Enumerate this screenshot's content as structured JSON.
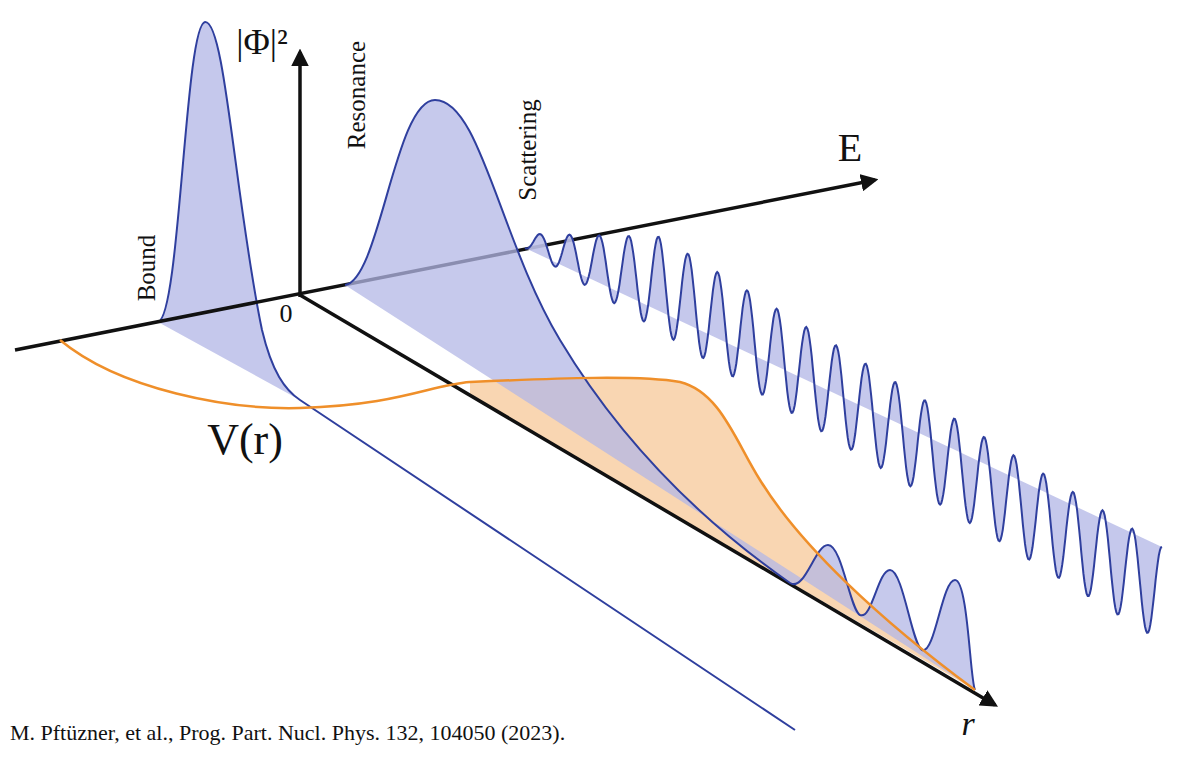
{
  "diagram": {
    "caption": "M. Pftüzner, et al., Prog. Part. Nucl. Phys. 132, 104050 (2023).",
    "labels": [
      "|Φ|²",
      "E",
      "0",
      "Bound",
      "Resonance",
      "Scattering",
      "V(r)",
      "r"
    ]
  }
}
